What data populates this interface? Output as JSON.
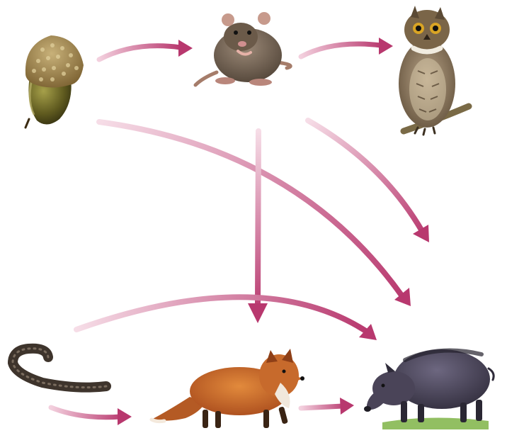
{
  "diagram": {
    "type": "food-web",
    "arrow_color": "#b8386e",
    "arrow_fade_color": "#f3d0de",
    "organisms": [
      {
        "id": "acorn",
        "icon": "acorn-icon"
      },
      {
        "id": "mouse",
        "icon": "mouse-icon"
      },
      {
        "id": "owl",
        "icon": "owl-icon"
      },
      {
        "id": "worm",
        "icon": "earthworm-icon"
      },
      {
        "id": "fox",
        "icon": "fox-icon"
      },
      {
        "id": "boar",
        "icon": "boar-icon"
      }
    ],
    "links": [
      {
        "from": "acorn",
        "to": "mouse"
      },
      {
        "from": "mouse",
        "to": "owl"
      },
      {
        "from": "acorn",
        "to": "boar"
      },
      {
        "from": "mouse",
        "to": "fox"
      },
      {
        "from": "mouse",
        "to": "boar"
      },
      {
        "from": "worm",
        "to": "boar"
      },
      {
        "from": "worm",
        "to": "fox"
      },
      {
        "from": "fox",
        "to": "boar"
      }
    ]
  }
}
